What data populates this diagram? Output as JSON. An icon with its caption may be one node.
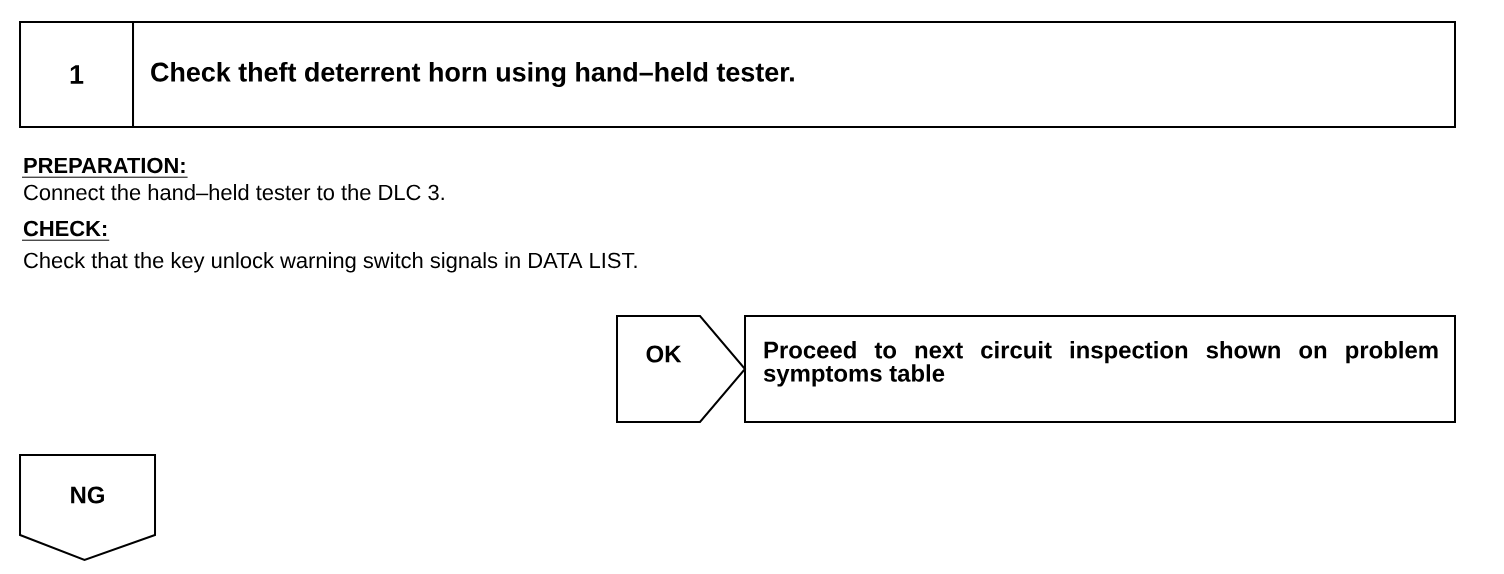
{
  "diagram": {
    "nodes": [
      {
        "text": [
          "1"
        ]
      },
      {
        "text": [
          "Check theft deterrent horn using hand–held tester."
        ]
      },
      {
        "text": [
          "OK"
        ]
      },
      {
        "text": [
          "Proceed to next circuit inspection shown on problem symptoms table"
        ]
      },
      {
        "text": [
          "NG"
        ]
      }
    ],
    "labels": [
      "PREPARATION:",
      "Connect the hand–held tester to the DLC 3.",
      "CHECK:",
      "Check that the key unlock warning switch signals in DATA LIST."
    ]
  }
}
